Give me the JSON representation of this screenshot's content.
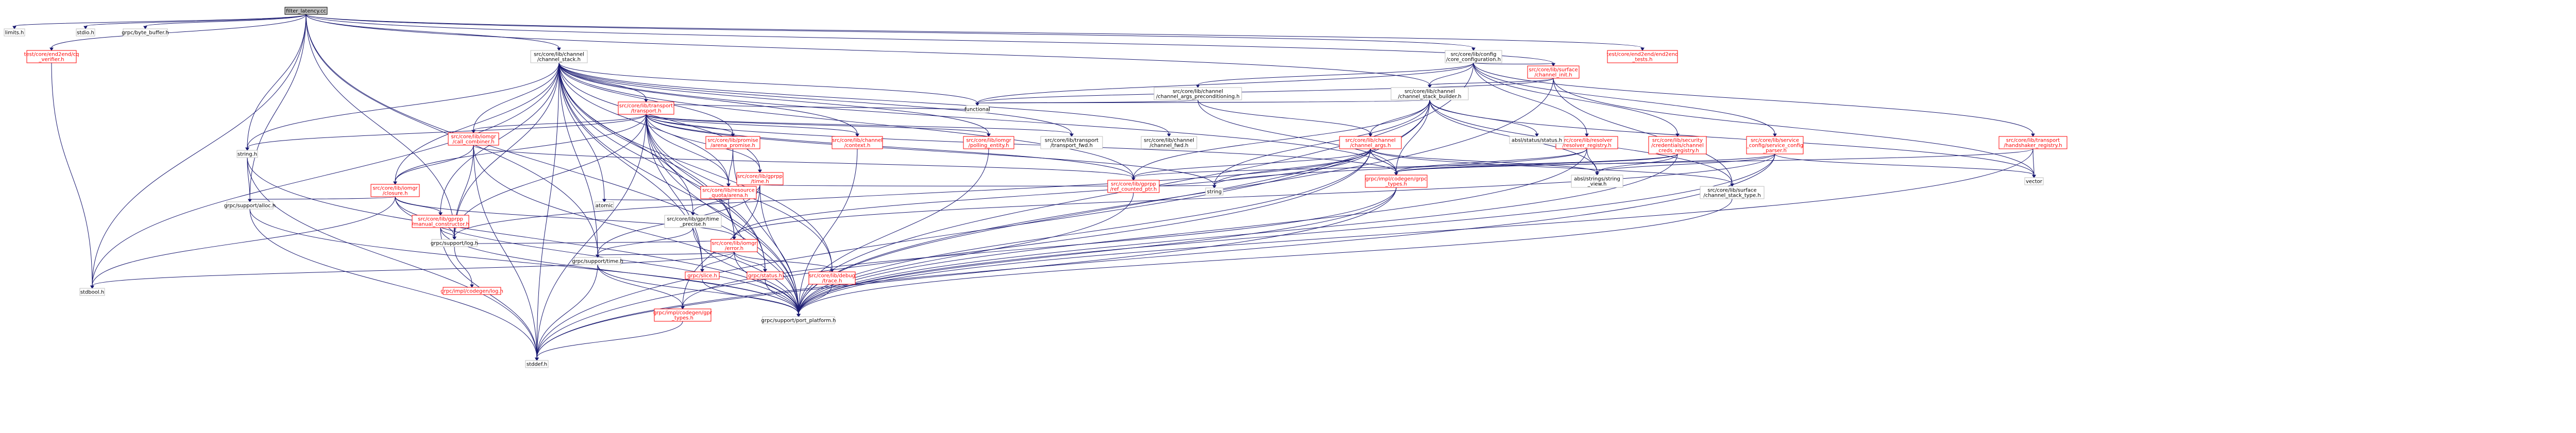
{
  "nodes": {
    "root": {
      "lines": [
        "filter_latency.cc"
      ],
      "style": "root"
    },
    "limits_h": {
      "lines": [
        "limits.h"
      ],
      "style": "plain"
    },
    "stdio_h": {
      "lines": [
        "stdio.h"
      ],
      "style": "plain"
    },
    "byte_buffer_h": {
      "lines": [
        "grpc/byte_buffer.h"
      ],
      "style": "plain"
    },
    "cq_verifier": {
      "lines": [
        "test/core/end2end/cq",
        "_verifier.h"
      ],
      "style": "ref"
    },
    "channel_stack_h": {
      "lines": [
        "src/core/lib/channel",
        "/channel_stack.h"
      ],
      "style": "plain"
    },
    "core_configuration_h": {
      "lines": [
        "src/core/lib/config",
        "/core_configuration.h"
      ],
      "style": "plain"
    },
    "end2end_tests_h": {
      "lines": [
        "test/core/end2end/end2end",
        "_tests.h"
      ],
      "style": "ref"
    },
    "channel_init_h": {
      "lines": [
        "src/core/lib/surface",
        "/channel_init.h"
      ],
      "style": "ref"
    },
    "string_h": {
      "lines": [
        "string.h"
      ],
      "style": "plain"
    },
    "support_alloc_h": {
      "lines": [
        "grpc/support/alloc.h"
      ],
      "style": "plain"
    },
    "stdbool_h": {
      "lines": [
        "stdbool.h"
      ],
      "style": "plain"
    },
    "transport_h": {
      "lines": [
        "src/core/lib/transport",
        "/transport.h"
      ],
      "style": "ref"
    },
    "call_combiner_h": {
      "lines": [
        "src/core/lib/iomgr",
        "/call_combiner.h"
      ],
      "style": "ref"
    },
    "closure_h": {
      "lines": [
        "src/core/lib/iomgr",
        "/closure.h"
      ],
      "style": "ref"
    },
    "manual_constructor_h": {
      "lines": [
        "src/core/lib/gprpp",
        "/manual_constructor.h"
      ],
      "style": "ref"
    },
    "arena_promise_h": {
      "lines": [
        "src/core/lib/promise",
        "/arena_promise.h"
      ],
      "style": "ref"
    },
    "resource_quota_arena_h": {
      "lines": [
        "src/core/lib/resource",
        "_quota/arena.h"
      ],
      "style": "ref"
    },
    "gprpp_time_h": {
      "lines": [
        "src/core/lib/gprpp",
        "/time.h"
      ],
      "style": "ref"
    },
    "time_precise_h": {
      "lines": [
        "src/core/lib/gpr/time",
        "_precise.h"
      ],
      "style": "plain"
    },
    "error_h": {
      "lines": [
        "src/core/lib/iomgr",
        "/error.h"
      ],
      "style": "ref"
    },
    "channel_context_h": {
      "lines": [
        "src/core/lib/channel",
        "/context.h"
      ],
      "style": "ref"
    },
    "polling_entity_h": {
      "lines": [
        "src/core/lib/iomgr",
        "/polling_entity.h"
      ],
      "style": "ref"
    },
    "functional": {
      "lines": [
        "functional"
      ],
      "style": "plain"
    },
    "transport_fwd_h": {
      "lines": [
        "src/core/lib/transport",
        "/transport_fwd.h"
      ],
      "style": "plain"
    },
    "channel_fwd_h": {
      "lines": [
        "src/core/lib/channel",
        "/channel_fwd.h"
      ],
      "style": "plain"
    },
    "channel_args_precond_h": {
      "lines": [
        "src/core/lib/channel",
        "/channel_args_preconditioning.h"
      ],
      "style": "plain"
    },
    "channel_stack_builder_h": {
      "lines": [
        "src/core/lib/channel",
        "/channel_stack_builder.h"
      ],
      "style": "plain"
    },
    "channel_args_h": {
      "lines": [
        "src/core/lib/channel",
        "/channel_args.h"
      ],
      "style": "ref"
    },
    "resolver_registry_h": {
      "lines": [
        "src/core/lib/resolver",
        "/resolver_registry.h"
      ],
      "style": "ref"
    },
    "cred_registry_h": {
      "lines": [
        "src/core/lib/security",
        "/credentials/channel",
        "_creds_registry.h"
      ],
      "style": "ref"
    },
    "service_config_parser_h": {
      "lines": [
        "src/core/lib/service",
        "_config/service_config",
        "_parser.h"
      ],
      "style": "ref"
    },
    "handshaker_registry_h": {
      "lines": [
        "src/core/lib/transport",
        "/handshaker_registry.h"
      ],
      "style": "ref"
    },
    "absl_status_h": {
      "lines": [
        "absl/status/status.h"
      ],
      "style": "plain"
    },
    "ref_counted_ptr_h": {
      "lines": [
        "src/core/lib/gprpp",
        "/ref_counted_ptr.h"
      ],
      "style": "ref"
    },
    "impl_types_h": {
      "lines": [
        "grpc/impl/codegen/grpc",
        "_types.h"
      ],
      "style": "ref"
    },
    "string_view_h": {
      "lines": [
        "absl/strings/string",
        "_view.h"
      ],
      "style": "plain"
    },
    "channel_stack_type_h": {
      "lines": [
        "src/core/lib/surface",
        "/channel_stack_type.h"
      ],
      "style": "plain"
    },
    "vector": {
      "lines": [
        "vector"
      ],
      "style": "plain"
    },
    "string": {
      "lines": [
        "string"
      ],
      "style": "plain"
    },
    "atomic": {
      "lines": [
        "atomic"
      ],
      "style": "plain"
    },
    "support_log_h": {
      "lines": [
        "grpc/support/log.h"
      ],
      "style": "plain"
    },
    "support_time_h": {
      "lines": [
        "grpc/support/time.h"
      ],
      "style": "plain"
    },
    "slice_h": {
      "lines": [
        "grpc/slice.h"
      ],
      "style": "ref"
    },
    "status_h": {
      "lines": [
        "grpc/status.h"
      ],
      "style": "ref"
    },
    "debug_trace_h": {
      "lines": [
        "src/core/lib/debug",
        "/trace.h"
      ],
      "style": "ref"
    },
    "port_platform_h": {
      "lines": [
        "grpc/support/port_platform.h"
      ],
      "style": "plain"
    },
    "codegen_log_h": {
      "lines": [
        "grpc/impl/codegen/log.h"
      ],
      "style": "ref"
    },
    "gpr_types_h": {
      "lines": [
        "grpc/impl/codegen/gpr",
        "_types.h"
      ],
      "style": "ref"
    },
    "stddef_h": {
      "lines": [
        "stddef.h"
      ],
      "style": "plain"
    }
  },
  "edges": [
    [
      "root",
      "limits_h"
    ],
    [
      "root",
      "stdio_h"
    ],
    [
      "root",
      "byte_buffer_h"
    ],
    [
      "root",
      "cq_verifier"
    ],
    [
      "root",
      "channel_stack_h"
    ],
    [
      "root",
      "core_configuration_h"
    ],
    [
      "root",
      "end2end_tests_h"
    ],
    [
      "root",
      "channel_init_h"
    ],
    [
      "root",
      "string_h"
    ],
    [
      "root",
      "support_alloc_h"
    ],
    [
      "root",
      "stdbool_h"
    ],
    [
      "root",
      "support_log_h"
    ],
    [
      "root",
      "support_time_h"
    ],
    [
      "root",
      "port_platform_h"
    ],
    [
      "root",
      "channel_stack_builder_h"
    ],
    [
      "cq_verifier",
      "stdbool_h"
    ],
    [
      "channel_stack_h",
      "transport_h"
    ],
    [
      "channel_stack_h",
      "call_combiner_h"
    ],
    [
      "channel_stack_h",
      "closure_h"
    ],
    [
      "channel_stack_h",
      "manual_constructor_h"
    ],
    [
      "channel_stack_h",
      "arena_promise_h"
    ],
    [
      "channel_stack_h",
      "resource_quota_arena_h"
    ],
    [
      "channel_stack_h",
      "gprpp_time_h"
    ],
    [
      "channel_stack_h",
      "time_precise_h"
    ],
    [
      "channel_stack_h",
      "error_h"
    ],
    [
      "channel_stack_h",
      "channel_context_h"
    ],
    [
      "channel_stack_h",
      "polling_entity_h"
    ],
    [
      "channel_stack_h",
      "functional"
    ],
    [
      "channel_stack_h",
      "transport_fwd_h"
    ],
    [
      "channel_stack_h",
      "channel_fwd_h"
    ],
    [
      "channel_stack_h",
      "ref_counted_ptr_h"
    ],
    [
      "channel_stack_h",
      "impl_types_h"
    ],
    [
      "channel_stack_h",
      "support_log_h"
    ],
    [
      "channel_stack_h",
      "support_time_h"
    ],
    [
      "channel_stack_h",
      "slice_h"
    ],
    [
      "channel_stack_h",
      "status_h"
    ],
    [
      "channel_stack_h",
      "debug_trace_h"
    ],
    [
      "channel_stack_h",
      "port_platform_h"
    ],
    [
      "channel_stack_h",
      "stddef_h"
    ],
    [
      "channel_stack_h",
      "stdbool_h"
    ],
    [
      "channel_stack_h",
      "string_h"
    ],
    [
      "channel_stack_h",
      "atomic"
    ],
    [
      "core_configuration_h",
      "channel_args_precond_h"
    ],
    [
      "core_configuration_h",
      "channel_stack_builder_h"
    ],
    [
      "core_configuration_h",
      "channel_init_h"
    ],
    [
      "core_configuration_h",
      "resolver_registry_h"
    ],
    [
      "core_configuration_h",
      "cred_registry_h"
    ],
    [
      "core_configuration_h",
      "service_config_parser_h"
    ],
    [
      "core_configuration_h",
      "handshaker_registry_h"
    ],
    [
      "core_configuration_h",
      "functional"
    ],
    [
      "core_configuration_h",
      "port_platform_h"
    ],
    [
      "channel_init_h",
      "channel_stack_builder_h"
    ],
    [
      "channel_init_h",
      "channel_stack_type_h"
    ],
    [
      "channel_init_h",
      "vector"
    ],
    [
      "channel_init_h",
      "functional"
    ],
    [
      "channel_init_h",
      "port_platform_h"
    ],
    [
      "transport_h",
      "functional"
    ],
    [
      "transport_h",
      "string_h"
    ],
    [
      "transport_h",
      "call_combiner_h"
    ],
    [
      "transport_h",
      "closure_h"
    ],
    [
      "transport_h",
      "arena_promise_h"
    ],
    [
      "transport_h",
      "resource_quota_arena_h"
    ],
    [
      "transport_h",
      "gprpp_time_h"
    ],
    [
      "transport_h",
      "error_h"
    ],
    [
      "transport_h",
      "channel_context_h"
    ],
    [
      "transport_h",
      "polling_entity_h"
    ],
    [
      "transport_h",
      "transport_fwd_h"
    ],
    [
      "transport_h",
      "ref_counted_ptr_h"
    ],
    [
      "transport_h",
      "impl_types_h"
    ],
    [
      "transport_h",
      "slice_h"
    ],
    [
      "transport_h",
      "status_h"
    ],
    [
      "transport_h",
      "debug_trace_h"
    ],
    [
      "transport_h",
      "port_platform_h"
    ],
    [
      "transport_h",
      "string"
    ],
    [
      "transport_h",
      "support_log_h"
    ],
    [
      "transport_h",
      "stddef_h"
    ],
    [
      "call_combiner_h",
      "closure_h"
    ],
    [
      "call_combiner_h",
      "stddef_h"
    ],
    [
      "call_combiner_h",
      "support_log_h"
    ],
    [
      "call_combiner_h",
      "port_platform_h"
    ],
    [
      "call_combiner_h",
      "ref_counted_ptr_h"
    ],
    [
      "closure_h",
      "manual_constructor_h"
    ],
    [
      "closure_h",
      "error_h"
    ],
    [
      "closure_h",
      "support_alloc_h"
    ],
    [
      "closure_h",
      "support_log_h"
    ],
    [
      "closure_h",
      "stdbool_h"
    ],
    [
      "closure_h",
      "port_platform_h"
    ],
    [
      "manual_constructor_h",
      "stddef_h"
    ],
    [
      "manual_constructor_h",
      "support_log_h"
    ],
    [
      "manual_constructor_h",
      "port_platform_h"
    ],
    [
      "arena_promise_h",
      "resource_quota_arena_h"
    ],
    [
      "arena_promise_h",
      "port_platform_h"
    ],
    [
      "resource_quota_arena_h",
      "atomic"
    ],
    [
      "resource_quota_arena_h",
      "port_platform_h"
    ],
    [
      "gprpp_time_h",
      "time_precise_h"
    ],
    [
      "gprpp_time_h",
      "support_time_h"
    ],
    [
      "gprpp_time_h",
      "string"
    ],
    [
      "gprpp_time_h",
      "port_platform_h"
    ],
    [
      "gprpp_time_h",
      "gpr_types_h"
    ],
    [
      "time_precise_h",
      "support_time_h"
    ],
    [
      "time_precise_h",
      "port_platform_h"
    ],
    [
      "error_h",
      "stdbool_h"
    ],
    [
      "error_h",
      "support_log_h"
    ],
    [
      "error_h",
      "support_time_h"
    ],
    [
      "error_h",
      "slice_h"
    ],
    [
      "error_h",
      "status_h"
    ],
    [
      "error_h",
      "debug_trace_h"
    ],
    [
      "error_h",
      "port_platform_h"
    ],
    [
      "channel_context_h",
      "port_platform_h"
    ],
    [
      "polling_entity_h",
      "port_platform_h"
    ],
    [
      "channel_args_precond_h",
      "channel_args_h"
    ],
    [
      "channel_args_precond_h",
      "functional"
    ],
    [
      "channel_args_precond_h",
      "impl_types_h"
    ],
    [
      "channel_stack_builder_h",
      "channel_args_h"
    ],
    [
      "channel_stack_builder_h",
      "absl_status_h"
    ],
    [
      "channel_stack_builder_h",
      "ref_counted_ptr_h"
    ],
    [
      "channel_stack_builder_h",
      "impl_types_h"
    ],
    [
      "channel_stack_builder_h",
      "string_view_h"
    ],
    [
      "channel_stack_builder_h",
      "channel_stack_type_h"
    ],
    [
      "channel_stack_builder_h",
      "vector"
    ],
    [
      "channel_stack_builder_h",
      "string"
    ],
    [
      "channel_stack_builder_h",
      "functional"
    ],
    [
      "channel_stack_builder_h",
      "port_platform_h"
    ],
    [
      "channel_stack_builder_h",
      "stddef_h"
    ],
    [
      "channel_args_h",
      "ref_counted_ptr_h"
    ],
    [
      "channel_args_h",
      "impl_types_h"
    ],
    [
      "channel_args_h",
      "string_view_h"
    ],
    [
      "channel_args_h",
      "string"
    ],
    [
      "channel_args_h",
      "channel_stack_type_h"
    ],
    [
      "channel_args_h",
      "port_platform_h"
    ],
    [
      "channel_args_h",
      "stddef_h"
    ],
    [
      "channel_args_h",
      "support_log_h"
    ],
    [
      "channel_args_h",
      "error_h"
    ],
    [
      "resolver_registry_h",
      "impl_types_h"
    ],
    [
      "resolver_registry_h",
      "string_view_h"
    ],
    [
      "resolver_registry_h",
      "string"
    ],
    [
      "resolver_registry_h",
      "port_platform_h"
    ],
    [
      "cred_registry_h",
      "ref_counted_ptr_h"
    ],
    [
      "cred_registry_h",
      "impl_types_h"
    ],
    [
      "cred_registry_h",
      "string_view_h"
    ],
    [
      "cred_registry_h",
      "port_platform_h"
    ],
    [
      "service_config_parser_h",
      "impl_types_h"
    ],
    [
      "service_config_parser_h",
      "string_view_h"
    ],
    [
      "service_config_parser_h",
      "vector"
    ],
    [
      "service_config_parser_h",
      "error_h"
    ],
    [
      "service_config_parser_h",
      "port_platform_h"
    ],
    [
      "service_config_parser_h",
      "stddef_h"
    ],
    [
      "handshaker_registry_h",
      "vector"
    ],
    [
      "handshaker_registry_h",
      "port_platform_h"
    ],
    [
      "handshaker_registry_h",
      "impl_types_h"
    ],
    [
      "ref_counted_ptr_h",
      "port_platform_h"
    ],
    [
      "impl_types_h",
      "stddef_h"
    ],
    [
      "impl_types_h",
      "gpr_types_h"
    ],
    [
      "impl_types_h",
      "port_platform_h"
    ],
    [
      "string_h",
      "stddef_h"
    ],
    [
      "string_h",
      "support_alloc_h"
    ],
    [
      "string_h",
      "port_platform_h"
    ],
    [
      "support_alloc_h",
      "port_platform_h"
    ],
    [
      "support_alloc_h",
      "stddef_h"
    ],
    [
      "support_log_h",
      "codegen_log_h"
    ],
    [
      "support_time_h",
      "gpr_types_h"
    ],
    [
      "support_time_h",
      "port_platform_h"
    ],
    [
      "support_time_h",
      "stddef_h"
    ],
    [
      "slice_h",
      "port_platform_h"
    ],
    [
      "status_h",
      "port_platform_h"
    ],
    [
      "debug_trace_h",
      "port_platform_h"
    ],
    [
      "gpr_types_h",
      "stddef_h"
    ],
    [
      "channel_stack_type_h",
      "port_platform_h"
    ]
  ]
}
